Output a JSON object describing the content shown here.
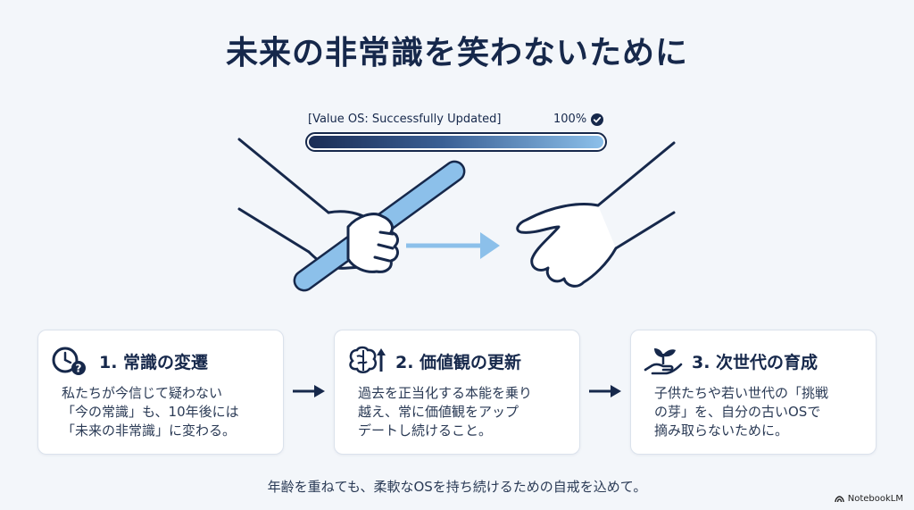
{
  "title": "未来の非常識を笑わないために",
  "progress": {
    "label": "[Value OS: Successfully Updated]",
    "percent_text": "100%",
    "value": 1.0
  },
  "cards": [
    {
      "title": "1. 常識の変遷",
      "lines": [
        "私たちが今信じて疑わない",
        "「今の常識」も、10年後には",
        "「未来の非常識」に変わる。"
      ],
      "icon": "clock-question-icon"
    },
    {
      "title": "2. 価値観の更新",
      "lines": [
        "過去を正当化する本能を乗り",
        "越え、常に価値観をアップ",
        "デートし続けること。"
      ],
      "icon": "brain-up-arrow-icon"
    },
    {
      "title": "3. 次世代の育成",
      "lines": [
        "子供たちや若い世代の「挑戦",
        "の芽」を、自分の古いOSで",
        "摘み取らないために。"
      ],
      "icon": "hand-sprout-icon"
    }
  ],
  "footer": "年齢を重ねても、柔軟なOSを持ち続けるための自戒を込めて。",
  "brand": "NotebookLM",
  "colors": {
    "navy": "#16284b",
    "light_blue": "#8cc0ea",
    "background": "#f3f6fa"
  }
}
